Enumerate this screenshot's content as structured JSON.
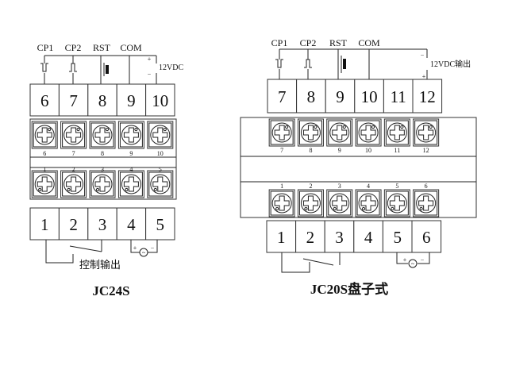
{
  "left": {
    "title": "JC24S",
    "signals": [
      "CP1",
      "CP2",
      "RST",
      "COM"
    ],
    "power_label": "12VDC",
    "power_plus": "+",
    "power_minus": "−",
    "top_terminals": [
      "6",
      "7",
      "8",
      "9",
      "10"
    ],
    "bottom_terminals": [
      "1",
      "2",
      "3",
      "4",
      "5"
    ],
    "output_label": "控制输出",
    "supply_plus": "+",
    "supply_minus": "−"
  },
  "right": {
    "title": "JC20S盘子式",
    "signals": [
      "CP1",
      "CP2",
      "RST",
      "COM"
    ],
    "power_label": "12VDC输出",
    "power_plus": "+",
    "power_minus": "−",
    "top_terminals": [
      "7",
      "8",
      "9",
      "10",
      "11",
      "12"
    ],
    "bottom_terminals": [
      "1",
      "2",
      "3",
      "4",
      "5",
      "6"
    ],
    "supply_plus": "+",
    "supply_minus": "−"
  }
}
